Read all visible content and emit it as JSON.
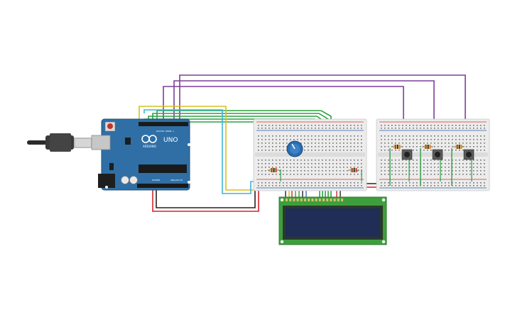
{
  "arduino": {
    "logo_text": "ARDUINO",
    "model_text": "UNO",
    "digital_label": "DIGITAL (PWM~)",
    "power_label": "POWER",
    "analog_label": "ANALOG IN"
  },
  "colors": {
    "board": "#2f6fa6",
    "board_dark": "#1f4f7a",
    "breadboard": "#ececec",
    "rail_red": "#d9302c",
    "rail_blue": "#2a5fb5",
    "wire_purple": "#7b3f98",
    "wire_green": "#2ea043",
    "wire_yellow": "#d8c01a",
    "wire_cyan": "#3fb4d8",
    "wire_red": "#d3242b",
    "wire_black": "#222222",
    "lcd_pcb": "#3e9e3e",
    "lcd_screen": "#1f2d57",
    "pot_blue": "#2a6db0"
  },
  "icons": {
    "usb_cable": "usb-cable-icon",
    "potentiometer": "potentiometer-icon",
    "pushbutton": "pushbutton-icon",
    "resistor": "resistor-icon",
    "lcd": "lcd-16x2-icon"
  }
}
